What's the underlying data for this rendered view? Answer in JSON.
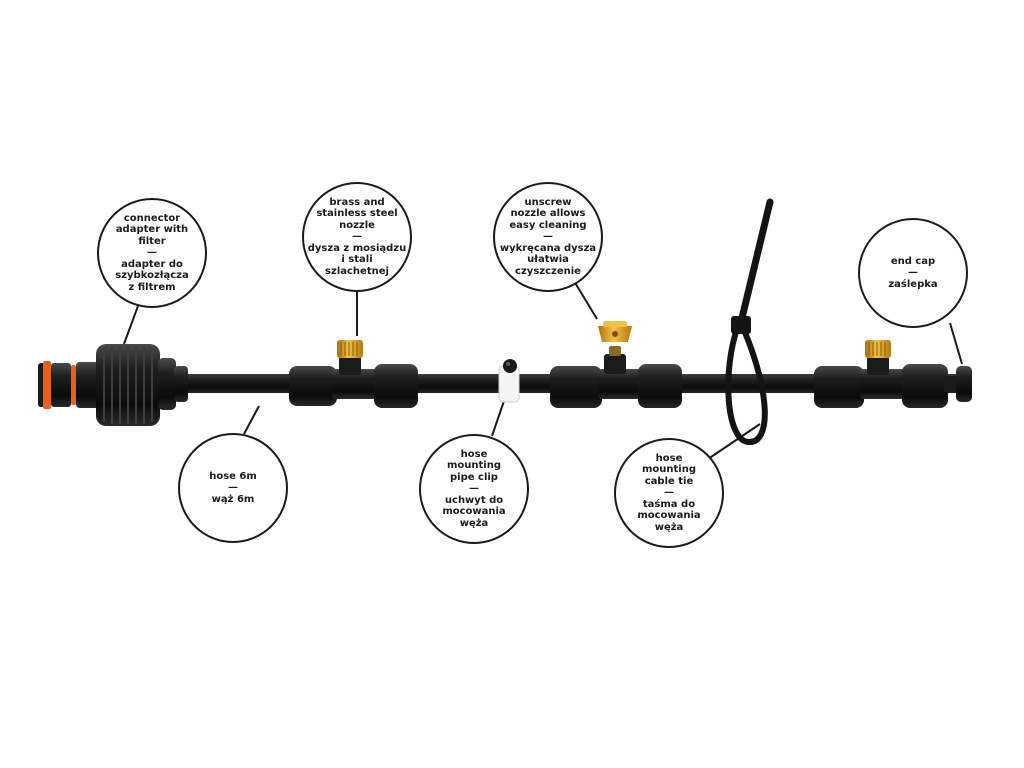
{
  "colors": {
    "pipe": "#151515",
    "outline": "#1a1a1a",
    "brass": "#e0a21d",
    "oring": "#e8601c",
    "clip": "#f4f4f4"
  },
  "callouts": {
    "connector": {
      "en": [
        "connector",
        "adapter with",
        "filter"
      ],
      "sep": "—",
      "pl": [
        "adapter do",
        "szybkozłącza",
        "z filtrem"
      ]
    },
    "nozzle": {
      "en": [
        "brass and",
        "stainless steel",
        "nozzle"
      ],
      "sep": "—",
      "pl": [
        "dysza z mosiądzu",
        "i stali",
        "szlachetnej"
      ]
    },
    "unscrew": {
      "en": [
        "unscrew",
        "nozzle allows",
        "easy cleaning"
      ],
      "sep": "—",
      "pl": [
        "wykręcana dysza",
        "ułatwia",
        "czyszczenie"
      ]
    },
    "endcap": {
      "en": [
        "end cap"
      ],
      "sep": "—",
      "pl": [
        "zaślepka"
      ]
    },
    "hose": {
      "en": [
        "hose 6m"
      ],
      "sep": "—",
      "pl": [
        "wąż 6m"
      ]
    },
    "clip": {
      "en": [
        "hose",
        "mounting",
        "pipe clip"
      ],
      "sep": "—",
      "pl": [
        "uchwyt do",
        "mocowania",
        "węża"
      ]
    },
    "tie": {
      "en": [
        "hose",
        "mounting",
        "cable tie"
      ],
      "sep": "—",
      "pl": [
        "taśma do",
        "mocowania",
        "węża"
      ]
    }
  }
}
